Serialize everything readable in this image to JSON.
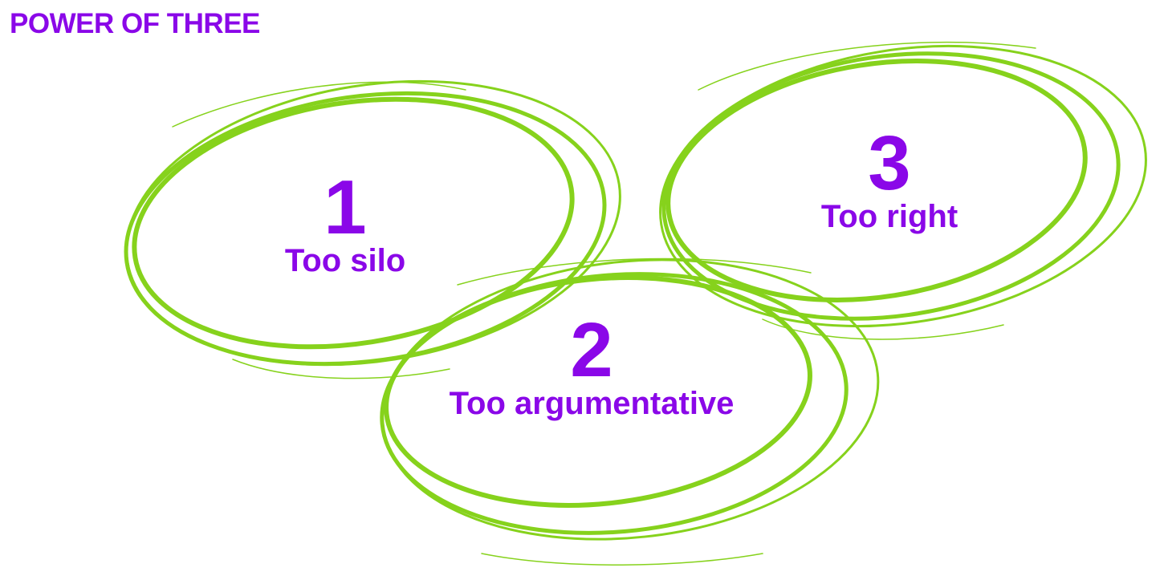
{
  "title": "POWER OF THREE",
  "items": [
    {
      "number": "1",
      "label": "Too silo"
    },
    {
      "number": "2",
      "label": "Too argumentative"
    },
    {
      "number": "3",
      "label": "Too right"
    }
  ],
  "colors": {
    "text": "#8a07e8",
    "ring": "#86d21c"
  }
}
